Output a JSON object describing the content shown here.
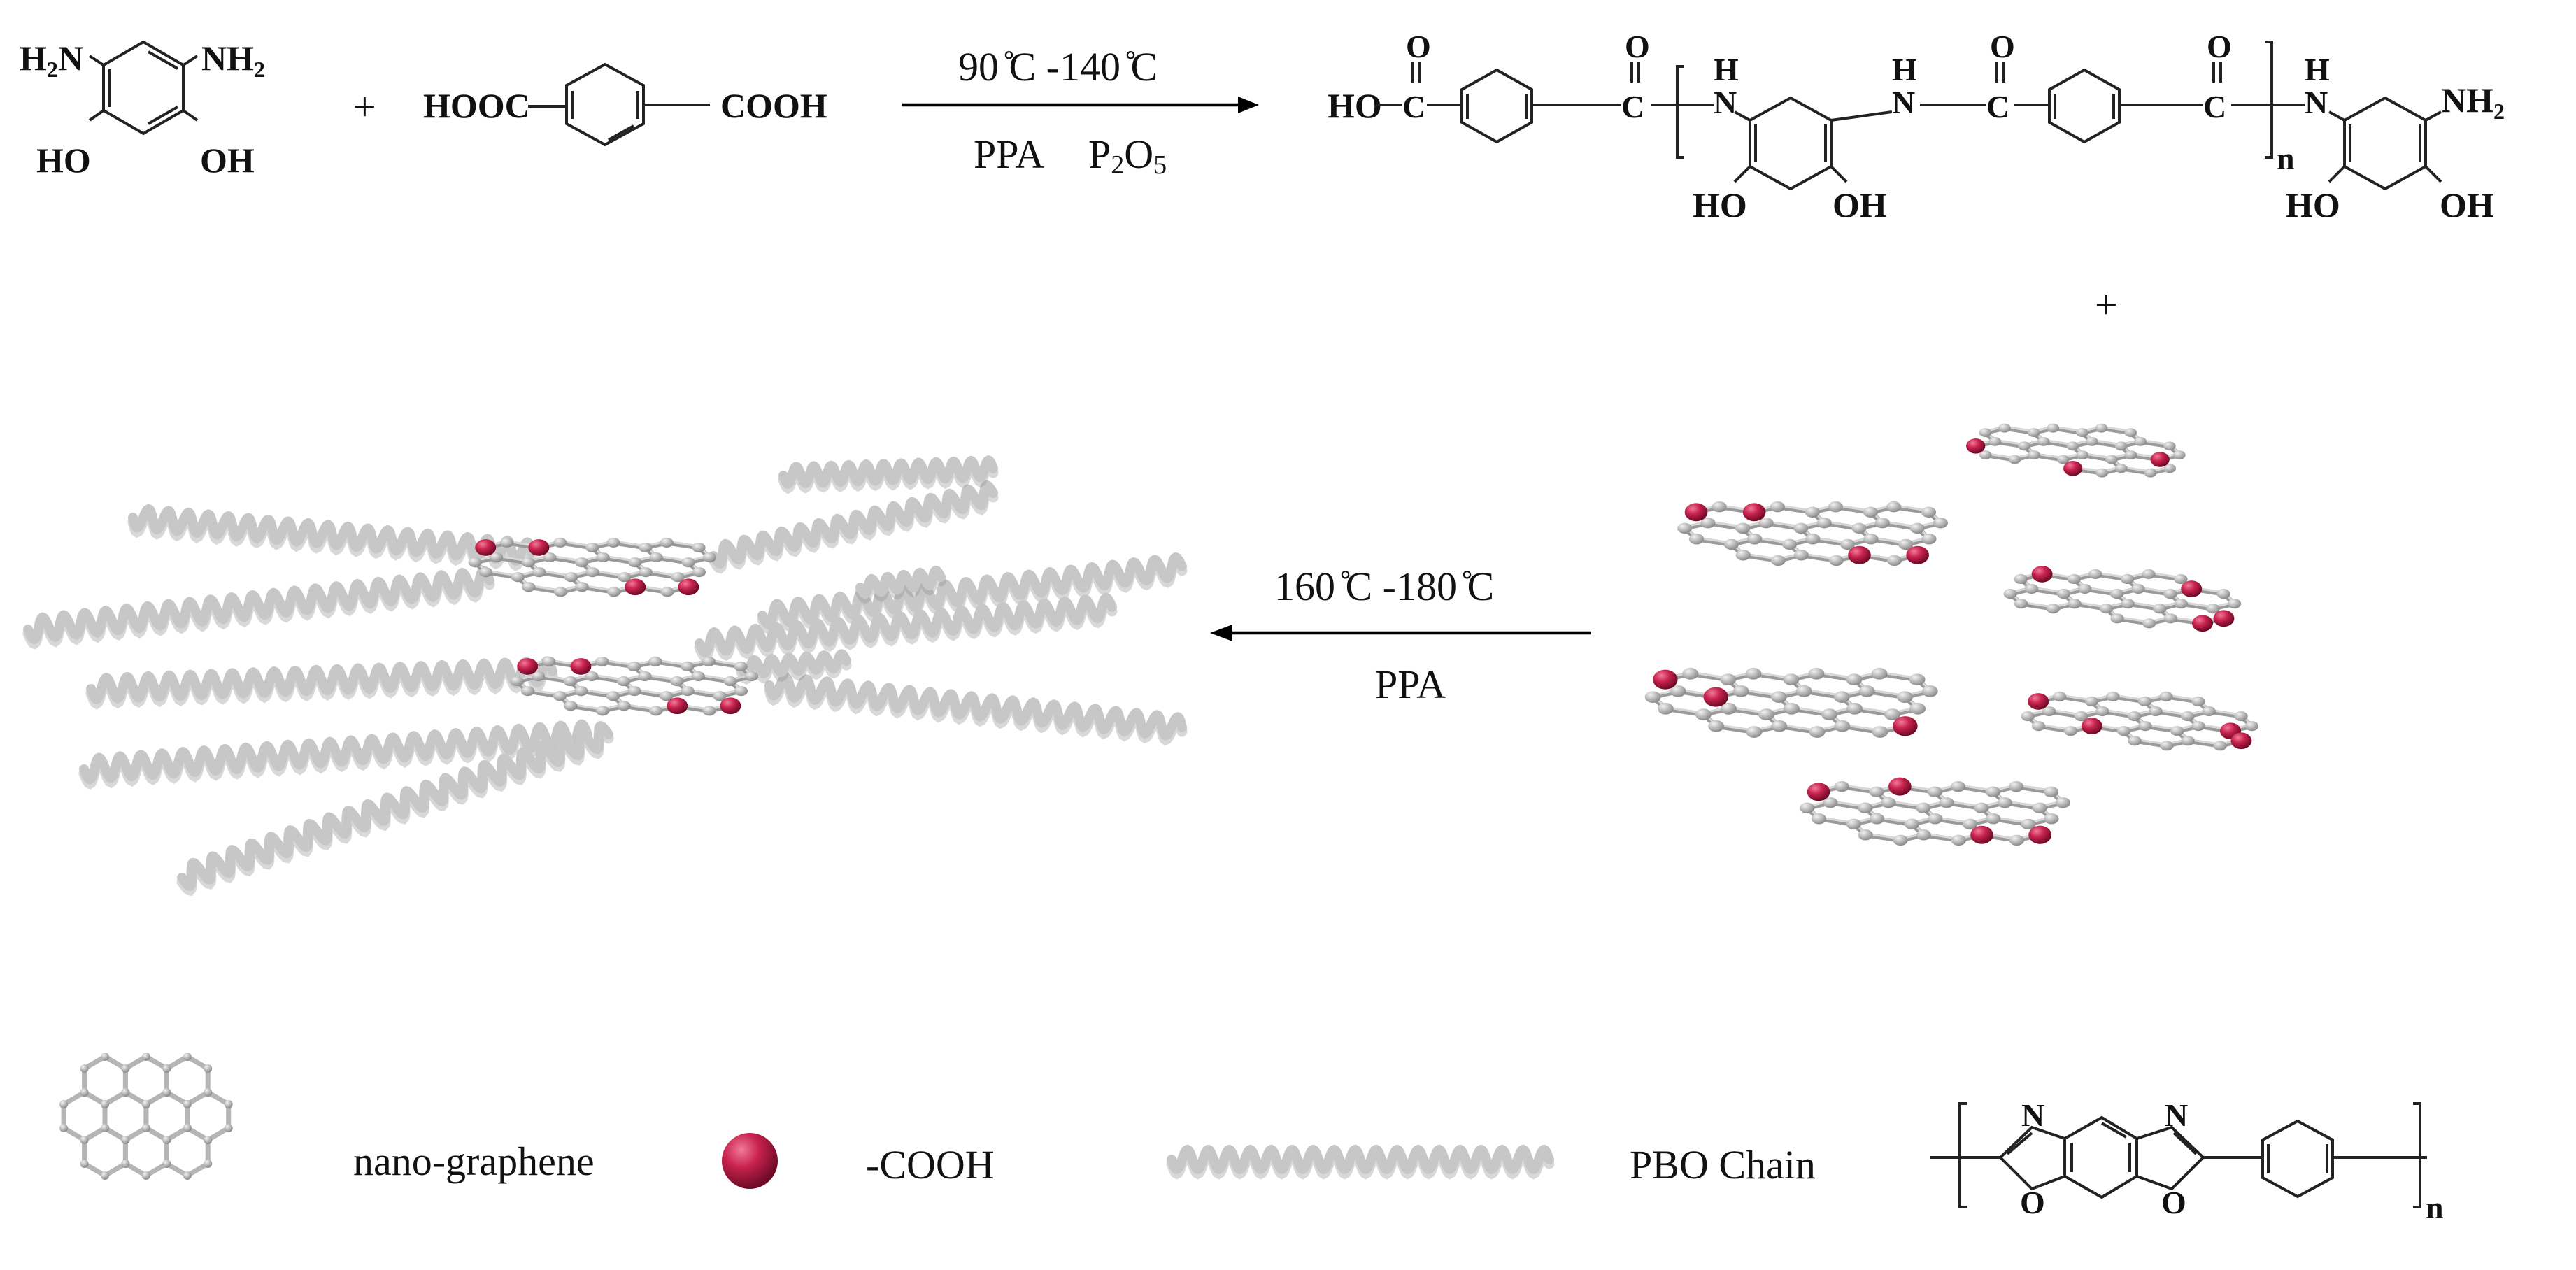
{
  "top_reaction": {
    "monomer1": {
      "subs": {
        "NH2_left": "H",
        "NH2_left_sub": "2",
        "NH2_left_tail": "N",
        "NH2_right": "NH",
        "NH2_right_sub": "2",
        "HO": "HO",
        "OH": "OH"
      }
    },
    "plus": "+",
    "monomer2": {
      "left": "HOOC",
      "right": "COOH"
    },
    "conditions": {
      "temp": "90 ̊C -140 ̊C",
      "reagents_ppa": "PPA",
      "reagents_p": "P",
      "reagents_p_sub": "2",
      "reagents_o": "O",
      "reagents_o_sub": "5"
    },
    "product": {
      "ho": "HO",
      "o_top": "O",
      "c": "C",
      "h": "H",
      "n": "N",
      "ho_ring": "HO",
      "oh_ring": "OH",
      "subscript_n": "n",
      "nh2": "NH",
      "nh2_sub": "2"
    }
  },
  "second_plus": "+",
  "middle_reaction": {
    "conditions": {
      "temp": "160 ̊C -180 ̊C",
      "reagent": "PPA"
    }
  },
  "legend": {
    "graphene_label": "nano-graphene",
    "cooh_label": "-COOH",
    "pbo_label": "PBO Chain",
    "pbo_structure": {
      "n_top": "N",
      "o_bottom": "O",
      "subscript_n": "n"
    }
  },
  "colors": {
    "cooh_red": "#c8234e",
    "sheet_grey": "#bdbdbd",
    "coil_grey": "#c7c7c7"
  },
  "icons": [
    "hexagonal-graphene-sheet-icon",
    "red-sphere-icon",
    "helical-coil-icon"
  ]
}
